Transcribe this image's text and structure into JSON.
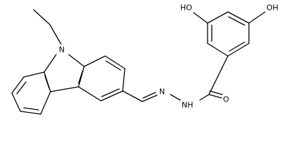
{
  "molecule": {
    "atoms": {
      "n_carbazole": "N",
      "oh_left": "HO",
      "oh_right": "OH",
      "nh": "NH",
      "n_imine": "N",
      "o_carbonyl": "O"
    }
  }
}
